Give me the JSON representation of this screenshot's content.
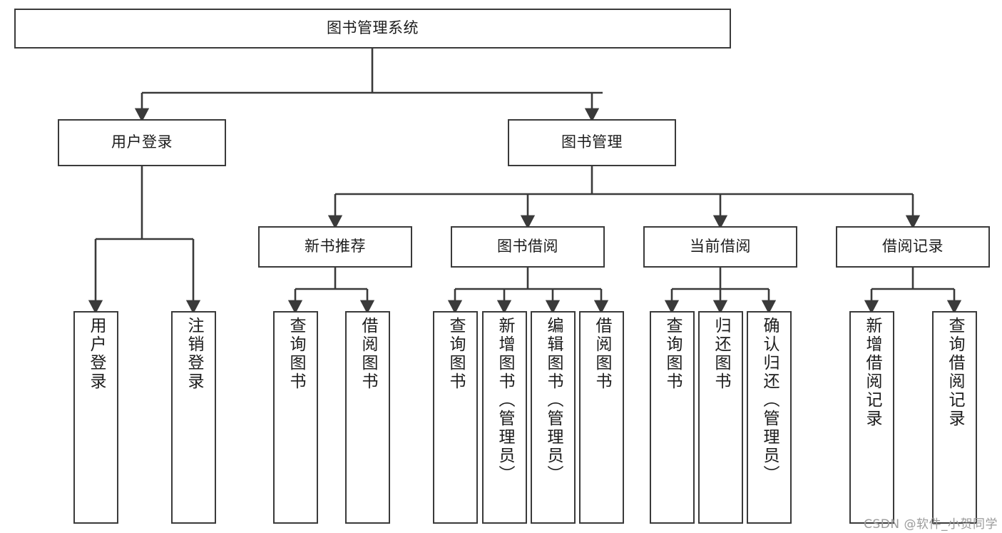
{
  "diagram": {
    "type": "hierarchy-tree",
    "title": "图书管理系统",
    "orientation": "top-down",
    "colors": {
      "node_border": "#3a3a3a",
      "node_fill": "#ffffff",
      "edge": "#3a3a3a",
      "text": "#1c1c1c",
      "watermark": "#9b9b9b",
      "background": "#ffffff"
    },
    "nodes": {
      "root": {
        "label": "图书管理系统",
        "level": 1
      },
      "level2": [
        {
          "id": "user-login",
          "label": "用户登录"
        },
        {
          "id": "book-management",
          "label": "图书管理"
        }
      ],
      "level3": [
        {
          "id": "new-book-recommend",
          "label": "新书推荐",
          "parent": "book-management"
        },
        {
          "id": "book-borrow",
          "label": "图书借阅",
          "parent": "book-management"
        },
        {
          "id": "current-borrow",
          "label": "当前借阅",
          "parent": "book-management"
        },
        {
          "id": "borrow-record",
          "label": "借阅记录",
          "parent": "book-management"
        }
      ],
      "leaves": [
        {
          "id": "leaf-user-login",
          "label": "用户登录",
          "parent": "user-login"
        },
        {
          "id": "leaf-user-logout",
          "label": "注销登录",
          "parent": "user-login"
        },
        {
          "id": "leaf-query-book-1",
          "label": "查询图书",
          "parent": "new-book-recommend"
        },
        {
          "id": "leaf-borrow-book-1",
          "label": "借阅图书",
          "parent": "new-book-recommend"
        },
        {
          "id": "leaf-query-book-2",
          "label": "查询图书",
          "parent": "book-borrow"
        },
        {
          "id": "leaf-add-book",
          "label": "新增图书（管理员）",
          "parent": "book-borrow"
        },
        {
          "id": "leaf-edit-book",
          "label": "编辑图书（管理员）",
          "parent": "book-borrow"
        },
        {
          "id": "leaf-borrow-book-2",
          "label": "借阅图书",
          "parent": "book-borrow"
        },
        {
          "id": "leaf-query-book-3",
          "label": "查询图书",
          "parent": "current-borrow"
        },
        {
          "id": "leaf-return-book",
          "label": "归还图书",
          "parent": "current-borrow"
        },
        {
          "id": "leaf-confirm-return",
          "label": "确认归还（管理员）",
          "parent": "current-borrow"
        },
        {
          "id": "leaf-add-record",
          "label": "新增借阅记录",
          "parent": "borrow-record"
        },
        {
          "id": "leaf-query-record",
          "label": "查询借阅记录",
          "parent": "borrow-record"
        }
      ]
    },
    "watermark": "CSDN @软件_小贺同学"
  }
}
